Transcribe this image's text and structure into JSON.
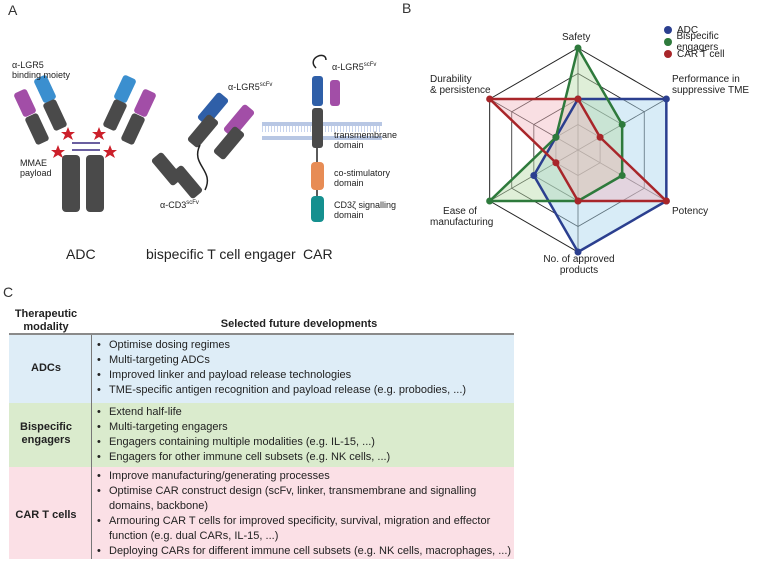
{
  "panels": {
    "a": "A",
    "b": "B",
    "c": "C"
  },
  "panel_a": {
    "adc": {
      "caption": "ADC",
      "binding_label_1": "α-LGR5",
      "binding_label_2": "binding moiety",
      "payload_label_1": "MMAE",
      "payload_label_2": "payload"
    },
    "bite": {
      "caption": "bispecific T cell engager",
      "lgr5": "α-LGR5",
      "lgr5_sup": "scFv",
      "cd3": "α-CD3",
      "cd3_sup": "scFv"
    },
    "car": {
      "caption": "CAR",
      "lgr5": "α-LGR5",
      "lgr5_sup": "scFv",
      "tm_1": "transmembrane",
      "tm_2": "domain",
      "cs_1": "co-stimulatory",
      "cs_2": "domain",
      "sig_1": "CD3ζ signalling",
      "sig_2": "domain"
    }
  },
  "chart_data": {
    "type": "radar",
    "axes": [
      "Safety",
      "Performance in suppressive TME",
      "Potency",
      "No. of approved products",
      "Ease of manufacturing",
      "Durability & persistence"
    ],
    "axis_labels": {
      "safety": "Safety",
      "tme_1": "Performance in",
      "tme_2": "suppressive TME",
      "potency": "Potency",
      "approved_1": "No. of approved",
      "approved_2": "products",
      "ease_1": "Ease of",
      "ease_2": "manufacturing",
      "dur_1": "Durability",
      "dur_2": "& persistence"
    },
    "levels": 4,
    "max": 4,
    "series": [
      {
        "name": "ADC",
        "color": "#2b3f8f",
        "fill": "#a8d4ee",
        "values": [
          2,
          4,
          4,
          4,
          2,
          1
        ]
      },
      {
        "name": "Bispecific engagers",
        "color": "#2e7a3c",
        "fill": "#b9dba8",
        "values": [
          4,
          2,
          2,
          2,
          4,
          1
        ]
      },
      {
        "name": "CAR T cell",
        "color": "#a8262a",
        "fill": "#f2b8c2",
        "values": [
          2,
          1,
          4,
          2,
          1,
          4
        ]
      }
    ],
    "legend_position": "top-right"
  },
  "table": {
    "header": {
      "modality_1": "Therapeutic",
      "modality_2": "modality",
      "developments": "Selected future developments"
    },
    "sections": [
      {
        "modality": "ADCs",
        "color": "#deedf7",
        "items": [
          "Optimise dosing regimes",
          "Multi-targeting ADCs",
          "Improved linker and payload release technologies",
          "TME-specific antigen recognition and payload release (e.g. probodies, ...)"
        ]
      },
      {
        "modality": "Bispecific engagers",
        "modality_1": "Bispecific",
        "modality_2": "engagers",
        "color": "#daebcd",
        "items": [
          "Extend half-life",
          "Multi-targeting engagers",
          "Engagers containing multiple modalities (e.g. IL-15, ...)",
          "Engagers for other immune cell subsets (e.g. NK cells, ...)"
        ]
      },
      {
        "modality": "CAR T cells",
        "color": "#fbe0e6",
        "items": [
          "Improve manufacturing/generating processes",
          "Optimise CAR construct design (scFv, linker, transmembrane and signalling domains, backbone)",
          "Armouring CAR T cells for improved specificity, survival, migration and effector function (e.g. dual CARs, IL-15, ...)",
          "Deploying CARs for different immune cell subsets (e.g. NK cells, macrophages, ...)"
        ]
      }
    ]
  }
}
